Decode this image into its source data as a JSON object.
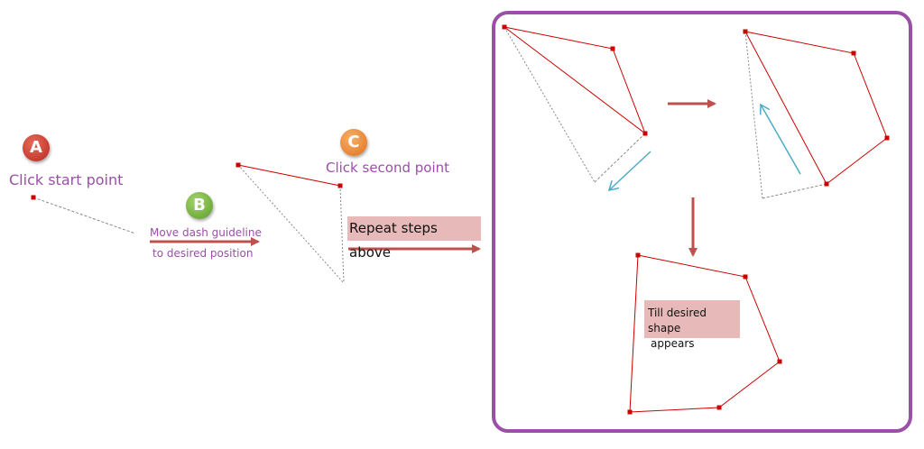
{
  "colors": {
    "accent_purple": "#9b4fa8",
    "arrow_red": "#c0504d",
    "shape_red": "#cc0000",
    "guide_blue": "#4bacc6",
    "highlight": "#e8b9b9"
  },
  "steps": {
    "a": {
      "badge": "A",
      "label": "Click start point",
      "color": "#c0392b"
    },
    "b": {
      "badge": "B",
      "label_line1": "Move dash guideline",
      "label_line2": "to desired position",
      "color": "#6aa33a"
    },
    "c": {
      "badge": "C",
      "label": "Click second point",
      "color": "#e8822a"
    }
  },
  "repeat_label": "Repeat steps above",
  "result_label_line1": "Till desired shape",
  "result_label_line2": "appears"
}
